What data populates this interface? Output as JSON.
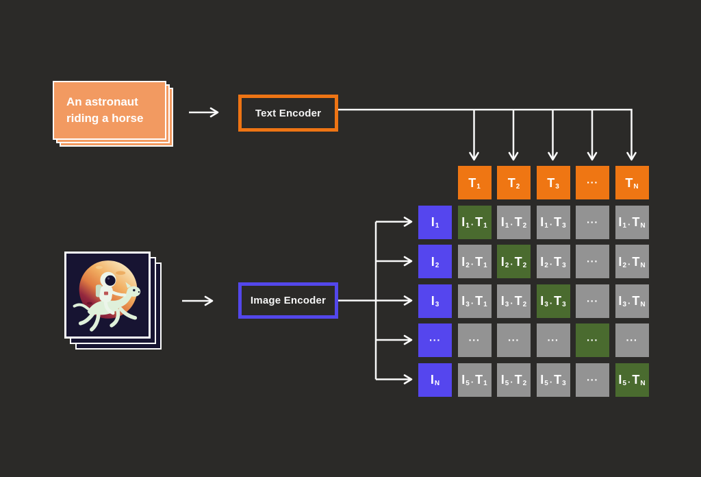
{
  "prompt_card": {
    "text": "An astronaut riding a horse"
  },
  "text_encoder": {
    "label": "Text Encoder"
  },
  "image_encoder": {
    "label": "Image Encoder"
  },
  "image_card": {
    "icon": "astronaut-riding-horse-illustration"
  },
  "colors": {
    "background": "#2B2A28",
    "card_orange": "#F29A61",
    "encoder_orange_border": "#EE7414",
    "encoder_blue_border": "#5347EB",
    "t_header": "#EF7613",
    "i_header": "#5546EE",
    "cell_gray": "#939393",
    "cell_green": "#4A6B2F",
    "arrow": "#FAFAFA",
    "text": "#FFFFFF"
  },
  "matrix": {
    "separator": "·",
    "col_headers": [
      {
        "base": "T",
        "sub": "1"
      },
      {
        "base": "T",
        "sub": "2"
      },
      {
        "base": "T",
        "sub": "3"
      },
      {
        "dots": "..."
      },
      {
        "base": "T",
        "sub": "N"
      }
    ],
    "row_headers": [
      {
        "base": "I",
        "sub": "1"
      },
      {
        "base": "I",
        "sub": "2"
      },
      {
        "base": "I",
        "sub": "3"
      },
      {
        "dots": "..."
      },
      {
        "base": "I",
        "sub": "N"
      }
    ],
    "rows": [
      [
        {
          "l": "I",
          "ls": "1",
          "r": "T",
          "rs": "1",
          "hl": true
        },
        {
          "l": "I",
          "ls": "1",
          "r": "T",
          "rs": "2",
          "hl": false
        },
        {
          "l": "I",
          "ls": "1",
          "r": "T",
          "rs": "3",
          "hl": false
        },
        {
          "dots": "...",
          "hl": false
        },
        {
          "l": "I",
          "ls": "1",
          "r": "T",
          "rs": "N",
          "hl": false
        }
      ],
      [
        {
          "l": "I",
          "ls": "2",
          "r": "T",
          "rs": "1",
          "hl": false
        },
        {
          "l": "I",
          "ls": "2",
          "r": "T",
          "rs": "2",
          "hl": true
        },
        {
          "l": "I",
          "ls": "2",
          "r": "T",
          "rs": "3",
          "hl": false
        },
        {
          "dots": "...",
          "hl": false
        },
        {
          "l": "I",
          "ls": "2",
          "r": "T",
          "rs": "N",
          "hl": false
        }
      ],
      [
        {
          "l": "I",
          "ls": "3",
          "r": "T",
          "rs": "1",
          "hl": false
        },
        {
          "l": "I",
          "ls": "3",
          "r": "T",
          "rs": "2",
          "hl": false
        },
        {
          "l": "I",
          "ls": "3",
          "r": "T",
          "rs": "3",
          "hl": true
        },
        {
          "dots": "...",
          "hl": false
        },
        {
          "l": "I",
          "ls": "3",
          "r": "T",
          "rs": "N",
          "hl": false
        }
      ],
      [
        {
          "dots": "...",
          "hl": false
        },
        {
          "dots": "...",
          "hl": false
        },
        {
          "dots": "...",
          "hl": false
        },
        {
          "dots": "...",
          "hl": true
        },
        {
          "dots": "...",
          "hl": false
        }
      ],
      [
        {
          "l": "I",
          "ls": "5",
          "r": "T",
          "rs": "1",
          "hl": false
        },
        {
          "l": "I",
          "ls": "5",
          "r": "T",
          "rs": "2",
          "hl": false
        },
        {
          "l": "I",
          "ls": "5",
          "r": "T",
          "rs": "3",
          "hl": false
        },
        {
          "dots": "...",
          "hl": false
        },
        {
          "l": "I",
          "ls": "5",
          "r": "T",
          "rs": "N",
          "hl": true
        }
      ]
    ]
  }
}
